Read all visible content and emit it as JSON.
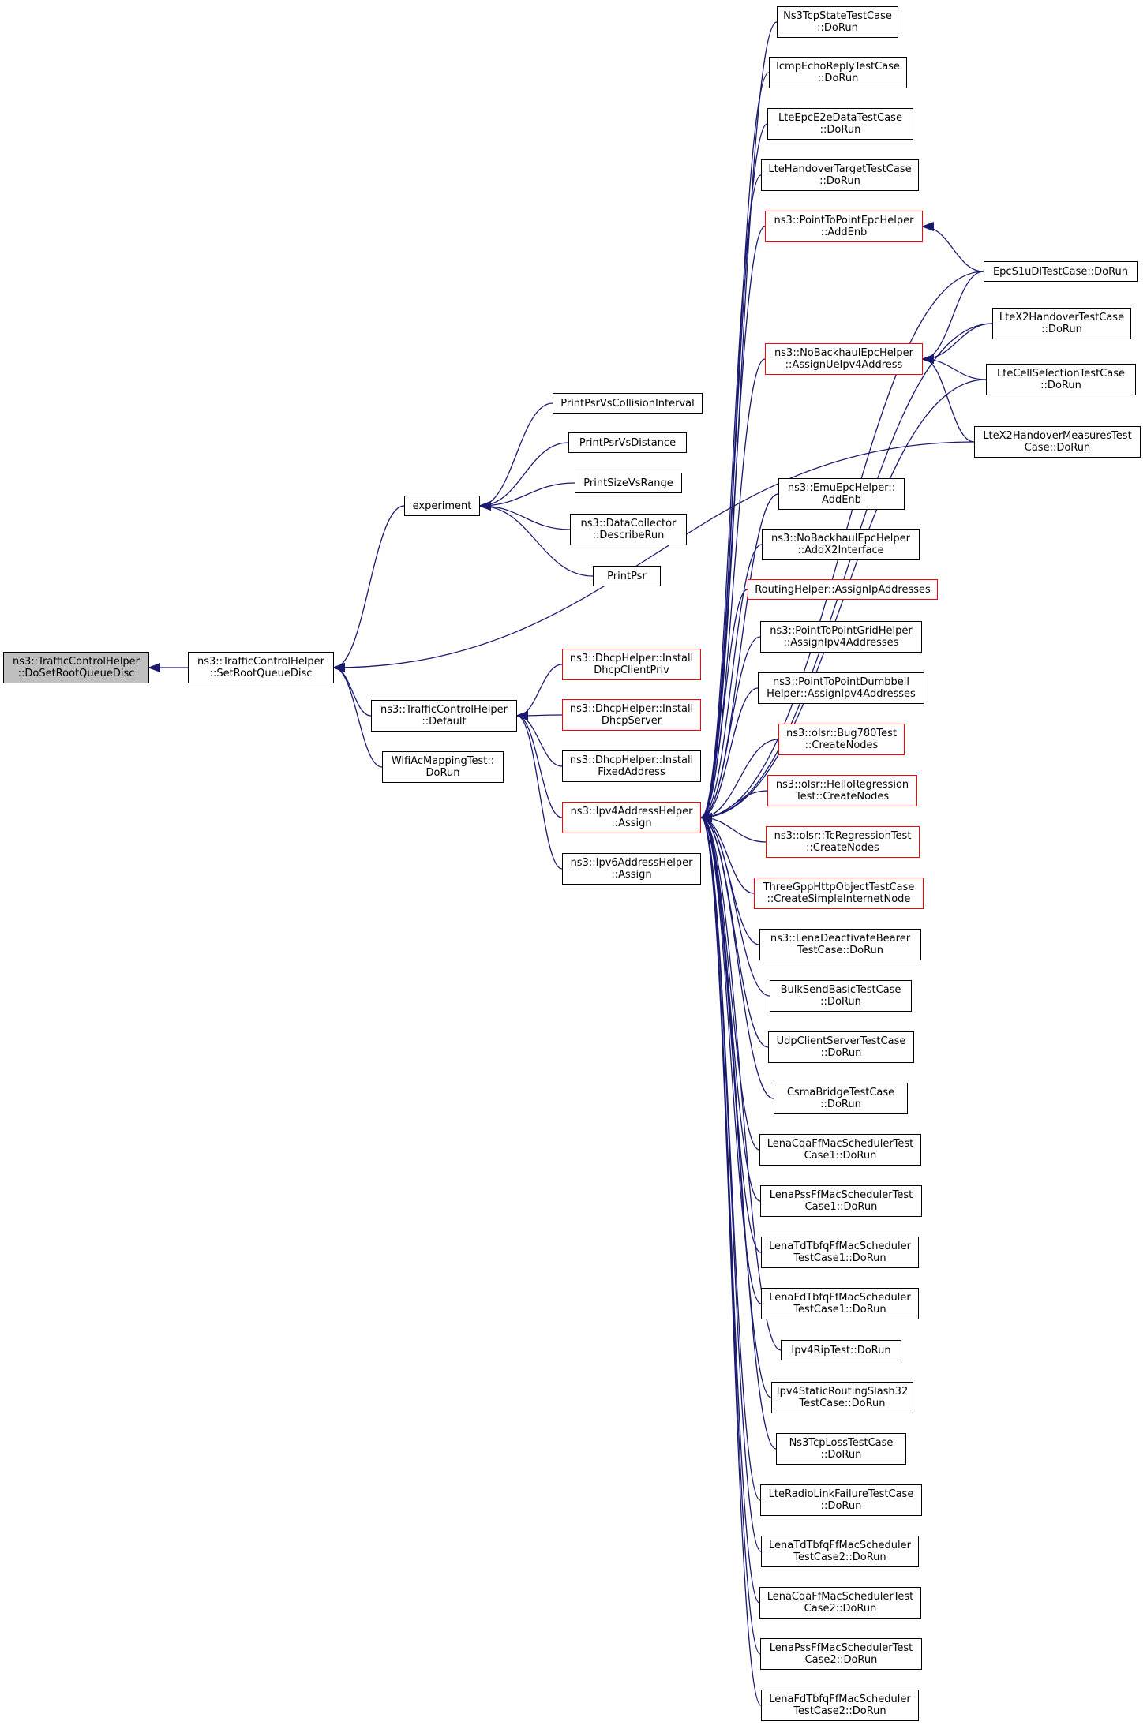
{
  "colors": {
    "edge": "#191970",
    "node_border": "#000000",
    "truncated_border": "#ff0000",
    "root_fill": "#bfbfbf"
  },
  "nodes": [
    {
      "id": "root",
      "label": "ns3::TrafficControlHelper\n::DoSetRootQueueDisc",
      "style": "root"
    },
    {
      "id": "setroot",
      "label": "ns3::TrafficControlHelper\n::SetRootQueueDisc",
      "style": "normal"
    },
    {
      "id": "experiment",
      "label": "experiment",
      "style": "normal"
    },
    {
      "id": "default",
      "label": "ns3::TrafficControlHelper\n::Default",
      "style": "normal"
    },
    {
      "id": "wifiac",
      "label": "WifiAcMappingTest::\nDoRun",
      "style": "normal"
    },
    {
      "id": "psrcoll",
      "label": "PrintPsrVsCollisionInterval",
      "style": "normal"
    },
    {
      "id": "psrdist",
      "label": "PrintPsrVsDistance",
      "style": "normal"
    },
    {
      "id": "sizerange",
      "label": "PrintSizeVsRange",
      "style": "normal"
    },
    {
      "id": "datacoll",
      "label": "ns3::DataCollector\n::DescribeRun",
      "style": "normal"
    },
    {
      "id": "printpsr",
      "label": "PrintPsr",
      "style": "normal"
    },
    {
      "id": "dhcppriv",
      "label": "ns3::DhcpHelper::Install\nDhcpClientPriv",
      "style": "red"
    },
    {
      "id": "dhcpserver",
      "label": "ns3::DhcpHelper::Install\nDhcpServer",
      "style": "red"
    },
    {
      "id": "dhcpfixed",
      "label": "ns3::DhcpHelper::Install\nFixedAddress",
      "style": "normal"
    },
    {
      "id": "ipv4assign",
      "label": "ns3::Ipv4AddressHelper\n::Assign",
      "style": "red"
    },
    {
      "id": "ipv6assign",
      "label": "ns3::Ipv6AddressHelper\n::Assign",
      "style": "normal"
    },
    {
      "id": "ns3tcpstate",
      "label": "Ns3TcpStateTestCase\n::DoRun",
      "style": "normal"
    },
    {
      "id": "icmpecho",
      "label": "IcmpEchoReplyTestCase\n::DoRun",
      "style": "normal"
    },
    {
      "id": "lteepce2e",
      "label": "LteEpcE2eDataTestCase\n::DoRun",
      "style": "normal"
    },
    {
      "id": "ltehandover",
      "label": "LteHandoverTargetTestCase\n::DoRun",
      "style": "normal"
    },
    {
      "id": "p2pepcaddenb",
      "label": "ns3::PointToPointEpcHelper\n::AddEnb",
      "style": "red"
    },
    {
      "id": "epcs1u",
      "label": "EpcS1uDlTestCase::DoRun",
      "style": "normal"
    },
    {
      "id": "ltex2handover",
      "label": "LteX2HandoverTestCase\n::DoRun",
      "style": "normal"
    },
    {
      "id": "nobackhaulassign",
      "label": "ns3::NoBackhaulEpcHelper\n::AssignUeIpv4Address",
      "style": "red"
    },
    {
      "id": "ltecellsel",
      "label": "LteCellSelectionTestCase\n::DoRun",
      "style": "normal"
    },
    {
      "id": "ltex2measures",
      "label": "LteX2HandoverMeasuresTest\nCase::DoRun",
      "style": "normal"
    },
    {
      "id": "emuepcaddenb",
      "label": "ns3::EmuEpcHelper::\nAddEnb",
      "style": "normal"
    },
    {
      "id": "nobackhaulx2",
      "label": "ns3::NoBackhaulEpcHelper\n::AddX2Interface",
      "style": "normal"
    },
    {
      "id": "routinghelper",
      "label": "RoutingHelper::AssignIpAddresses",
      "style": "red"
    },
    {
      "id": "p2pgrid",
      "label": "ns3::PointToPointGridHelper\n::AssignIpv4Addresses",
      "style": "normal"
    },
    {
      "id": "p2pdumbbell",
      "label": "ns3::PointToPointDumbbell\nHelper::AssignIpv4Addresses",
      "style": "normal"
    },
    {
      "id": "olsrbug",
      "label": "ns3::olsr::Bug780Test\n::CreateNodes",
      "style": "red"
    },
    {
      "id": "olsrhello",
      "label": "ns3::olsr::HelloRegression\nTest::CreateNodes",
      "style": "red"
    },
    {
      "id": "olsrtc",
      "label": "ns3::olsr::TcRegressionTest\n::CreateNodes",
      "style": "red"
    },
    {
      "id": "threegpp",
      "label": "ThreeGppHttpObjectTestCase\n::CreateSimpleInternetNode",
      "style": "red"
    },
    {
      "id": "lenadeact",
      "label": "ns3::LenaDeactivateBearer\nTestCase::DoRun",
      "style": "normal"
    },
    {
      "id": "bulksend",
      "label": "BulkSendBasicTestCase\n::DoRun",
      "style": "normal"
    },
    {
      "id": "udpclient",
      "label": "UdpClientServerTestCase\n::DoRun",
      "style": "normal"
    },
    {
      "id": "csmabridge",
      "label": "CsmaBridgeTestCase\n::DoRun",
      "style": "normal"
    },
    {
      "id": "lenacqa1",
      "label": "LenaCqaFfMacSchedulerTest\nCase1::DoRun",
      "style": "normal"
    },
    {
      "id": "lenapss1",
      "label": "LenaPssFfMacSchedulerTest\nCase1::DoRun",
      "style": "normal"
    },
    {
      "id": "lenatdtbfq1",
      "label": "LenaTdTbfqFfMacScheduler\nTestCase1::DoRun",
      "style": "normal"
    },
    {
      "id": "lenafdtbfq1",
      "label": "LenaFdTbfqFfMacScheduler\nTestCase1::DoRun",
      "style": "normal"
    },
    {
      "id": "ipv4rip",
      "label": "Ipv4RipTest::DoRun",
      "style": "normal"
    },
    {
      "id": "ipv4static",
      "label": "Ipv4StaticRoutingSlash32\nTestCase::DoRun",
      "style": "normal"
    },
    {
      "id": "ns3tcploss",
      "label": "Ns3TcpLossTestCase\n::DoRun",
      "style": "normal"
    },
    {
      "id": "lteradiolink",
      "label": "LteRadioLinkFailureTestCase\n::DoRun",
      "style": "normal"
    },
    {
      "id": "lenatdtbfq2",
      "label": "LenaTdTbfqFfMacScheduler\nTestCase2::DoRun",
      "style": "normal"
    },
    {
      "id": "lenacqa2",
      "label": "LenaCqaFfMacSchedulerTest\nCase2::DoRun",
      "style": "normal"
    },
    {
      "id": "lenapss2",
      "label": "LenaPssFfMacSchedulerTest\nCase2::DoRun",
      "style": "normal"
    },
    {
      "id": "lenafdtbfq2",
      "label": "LenaFdTbfqFfMacScheduler\nTestCase2::DoRun",
      "style": "normal"
    }
  ],
  "edges": [
    [
      "setroot",
      "root"
    ],
    [
      "experiment",
      "setroot"
    ],
    [
      "default",
      "setroot"
    ],
    [
      "wifiac",
      "setroot"
    ],
    [
      "ltex2measures",
      "setroot"
    ],
    [
      "psrcoll",
      "experiment"
    ],
    [
      "psrdist",
      "experiment"
    ],
    [
      "sizerange",
      "experiment"
    ],
    [
      "datacoll",
      "experiment"
    ],
    [
      "printpsr",
      "experiment"
    ],
    [
      "dhcppriv",
      "default"
    ],
    [
      "dhcpserver",
      "default"
    ],
    [
      "dhcpfixed",
      "default"
    ],
    [
      "ipv4assign",
      "default"
    ],
    [
      "ipv6assign",
      "default"
    ],
    [
      "ns3tcpstate",
      "ipv4assign"
    ],
    [
      "icmpecho",
      "ipv4assign"
    ],
    [
      "lteepce2e",
      "ipv4assign"
    ],
    [
      "ltehandover",
      "ipv4assign"
    ],
    [
      "p2pepcaddenb",
      "ipv4assign"
    ],
    [
      "epcs1u",
      "ipv4assign"
    ],
    [
      "ltex2handover",
      "ipv4assign"
    ],
    [
      "nobackhaulassign",
      "ipv4assign"
    ],
    [
      "ltecellsel",
      "ipv4assign"
    ],
    [
      "emuepcaddenb",
      "ipv4assign"
    ],
    [
      "nobackhaulx2",
      "ipv4assign"
    ],
    [
      "routinghelper",
      "ipv4assign"
    ],
    [
      "p2pgrid",
      "ipv4assign"
    ],
    [
      "p2pdumbbell",
      "ipv4assign"
    ],
    [
      "olsrbug",
      "ipv4assign"
    ],
    [
      "olsrhello",
      "ipv4assign"
    ],
    [
      "olsrtc",
      "ipv4assign"
    ],
    [
      "threegpp",
      "ipv4assign"
    ],
    [
      "lenadeact",
      "ipv4assign"
    ],
    [
      "bulksend",
      "ipv4assign"
    ],
    [
      "udpclient",
      "ipv4assign"
    ],
    [
      "csmabridge",
      "ipv4assign"
    ],
    [
      "lenacqa1",
      "ipv4assign"
    ],
    [
      "lenapss1",
      "ipv4assign"
    ],
    [
      "lenatdtbfq1",
      "ipv4assign"
    ],
    [
      "lenafdtbfq1",
      "ipv4assign"
    ],
    [
      "ipv4rip",
      "ipv4assign"
    ],
    [
      "ipv4static",
      "ipv4assign"
    ],
    [
      "ns3tcploss",
      "ipv4assign"
    ],
    [
      "lteradiolink",
      "ipv4assign"
    ],
    [
      "lenatdtbfq2",
      "ipv4assign"
    ],
    [
      "lenacqa2",
      "ipv4assign"
    ],
    [
      "lenapss2",
      "ipv4assign"
    ],
    [
      "lenafdtbfq2",
      "ipv4assign"
    ],
    [
      "epcs1u",
      "p2pepcaddenb"
    ],
    [
      "epcs1u",
      "nobackhaulassign"
    ],
    [
      "ltex2handover",
      "nobackhaulassign"
    ],
    [
      "ltecellsel",
      "nobackhaulassign"
    ],
    [
      "ltex2measures",
      "nobackhaulassign"
    ]
  ]
}
